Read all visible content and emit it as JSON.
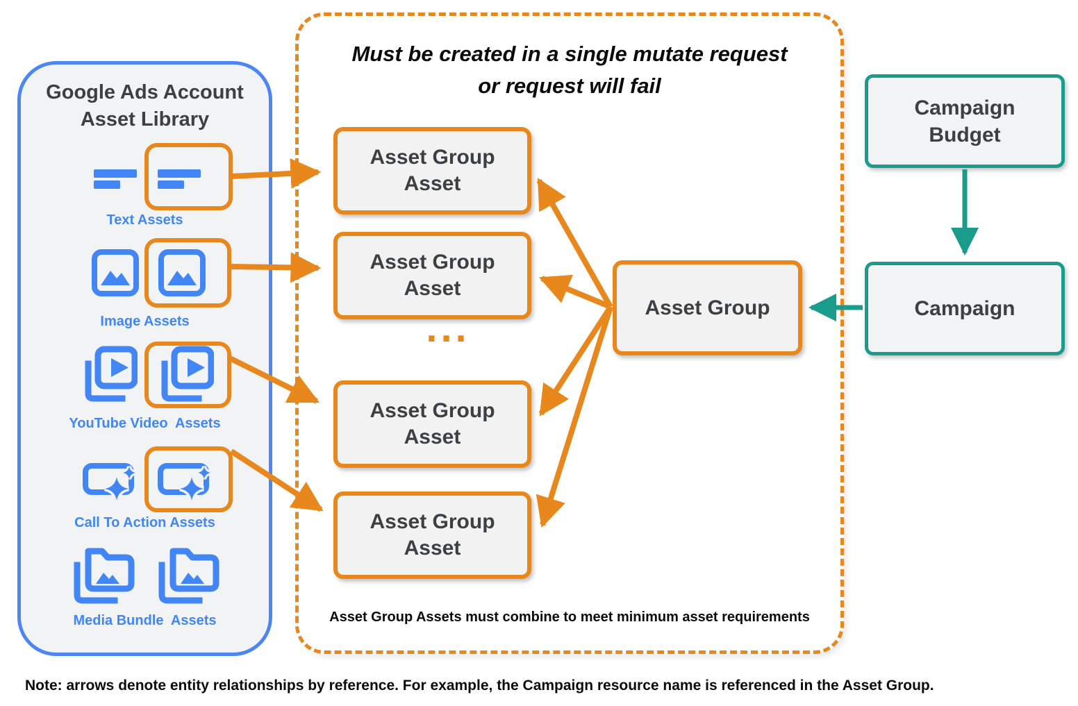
{
  "colors": {
    "blue_border": "#4D86F0",
    "icon_blue": "#4285F4",
    "orange": "#E8871C",
    "teal": "#1A9C8C",
    "panel_fill": "#F1F3F4",
    "box_fill": "#F2F2F2",
    "text_dark": "#3C4043",
    "text_black": "#0B0B0B"
  },
  "left_panel": {
    "title_line1": "Google Ads Account",
    "title_line2": "Asset Library",
    "asset_types": [
      {
        "label": "Text Assets"
      },
      {
        "label": "Image Assets"
      },
      {
        "label": "YouTube Video  Assets"
      },
      {
        "label": "Call To Action Assets"
      },
      {
        "label": "Media Bundle  Assets"
      }
    ]
  },
  "mid_panel": {
    "title_line1": "Must be created in a single mutate request",
    "title_line2": "or request will fail",
    "asset_group_asset_boxes": [
      {
        "label": "Asset Group Asset"
      },
      {
        "label": "Asset Group Asset"
      },
      {
        "label": "Asset Group Asset"
      },
      {
        "label": "Asset Group Asset"
      }
    ],
    "ellipsis": "...",
    "asset_group_label": "Asset Group",
    "footnote": "Asset Group Assets must combine to meet minimum asset requirements"
  },
  "right_column": {
    "campaign_budget_label": "Campaign Budget",
    "campaign_label": "Campaign"
  },
  "note": "Note: arrows denote entity relationships by reference. For example, the Campaign resource name is referenced in the Asset Group."
}
